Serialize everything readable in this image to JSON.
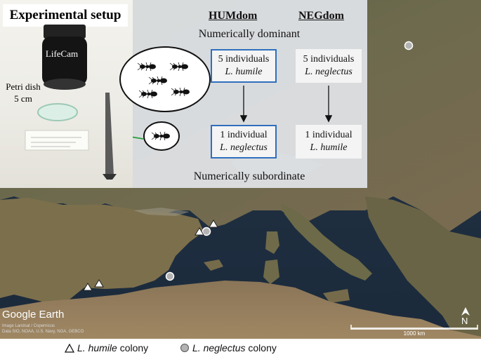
{
  "setup": {
    "title": "Experimental setup",
    "camera_label": "LifeCam",
    "dish_label_line1": "Petri dish",
    "dish_label_line2": "5 cm"
  },
  "design": {
    "col1_header": "HUMdom",
    "col2_header": "NEGdom",
    "top_row_label": "Numerically dominant",
    "bottom_row_label": "Numerically subordinate",
    "hum_top_count": "5 individuals",
    "hum_top_species": "L. humile",
    "neg_top_count": "5 individuals",
    "neg_top_species": "L. neglectus",
    "hum_bottom_count": "1 individual",
    "hum_bottom_species": "L. neglectus",
    "neg_bottom_count": "1 individual",
    "neg_bottom_species": "L. humile",
    "highlight_color": "#2f6fbd",
    "arrow_color": "#2a9d3c"
  },
  "map": {
    "logo": "Google Earth",
    "credit_line1": "Image Landsat / Copernicus",
    "credit_line2": "Data SIO, NOAA, U.S. Navy, NGA, GEBCO",
    "scale_label": "1000 km",
    "north_label": "N"
  },
  "legend": {
    "humile_species": "L. humile",
    "humile_suffix": " colony",
    "neglectus_species": "L. neglectus",
    "neglectus_suffix": " colony"
  }
}
